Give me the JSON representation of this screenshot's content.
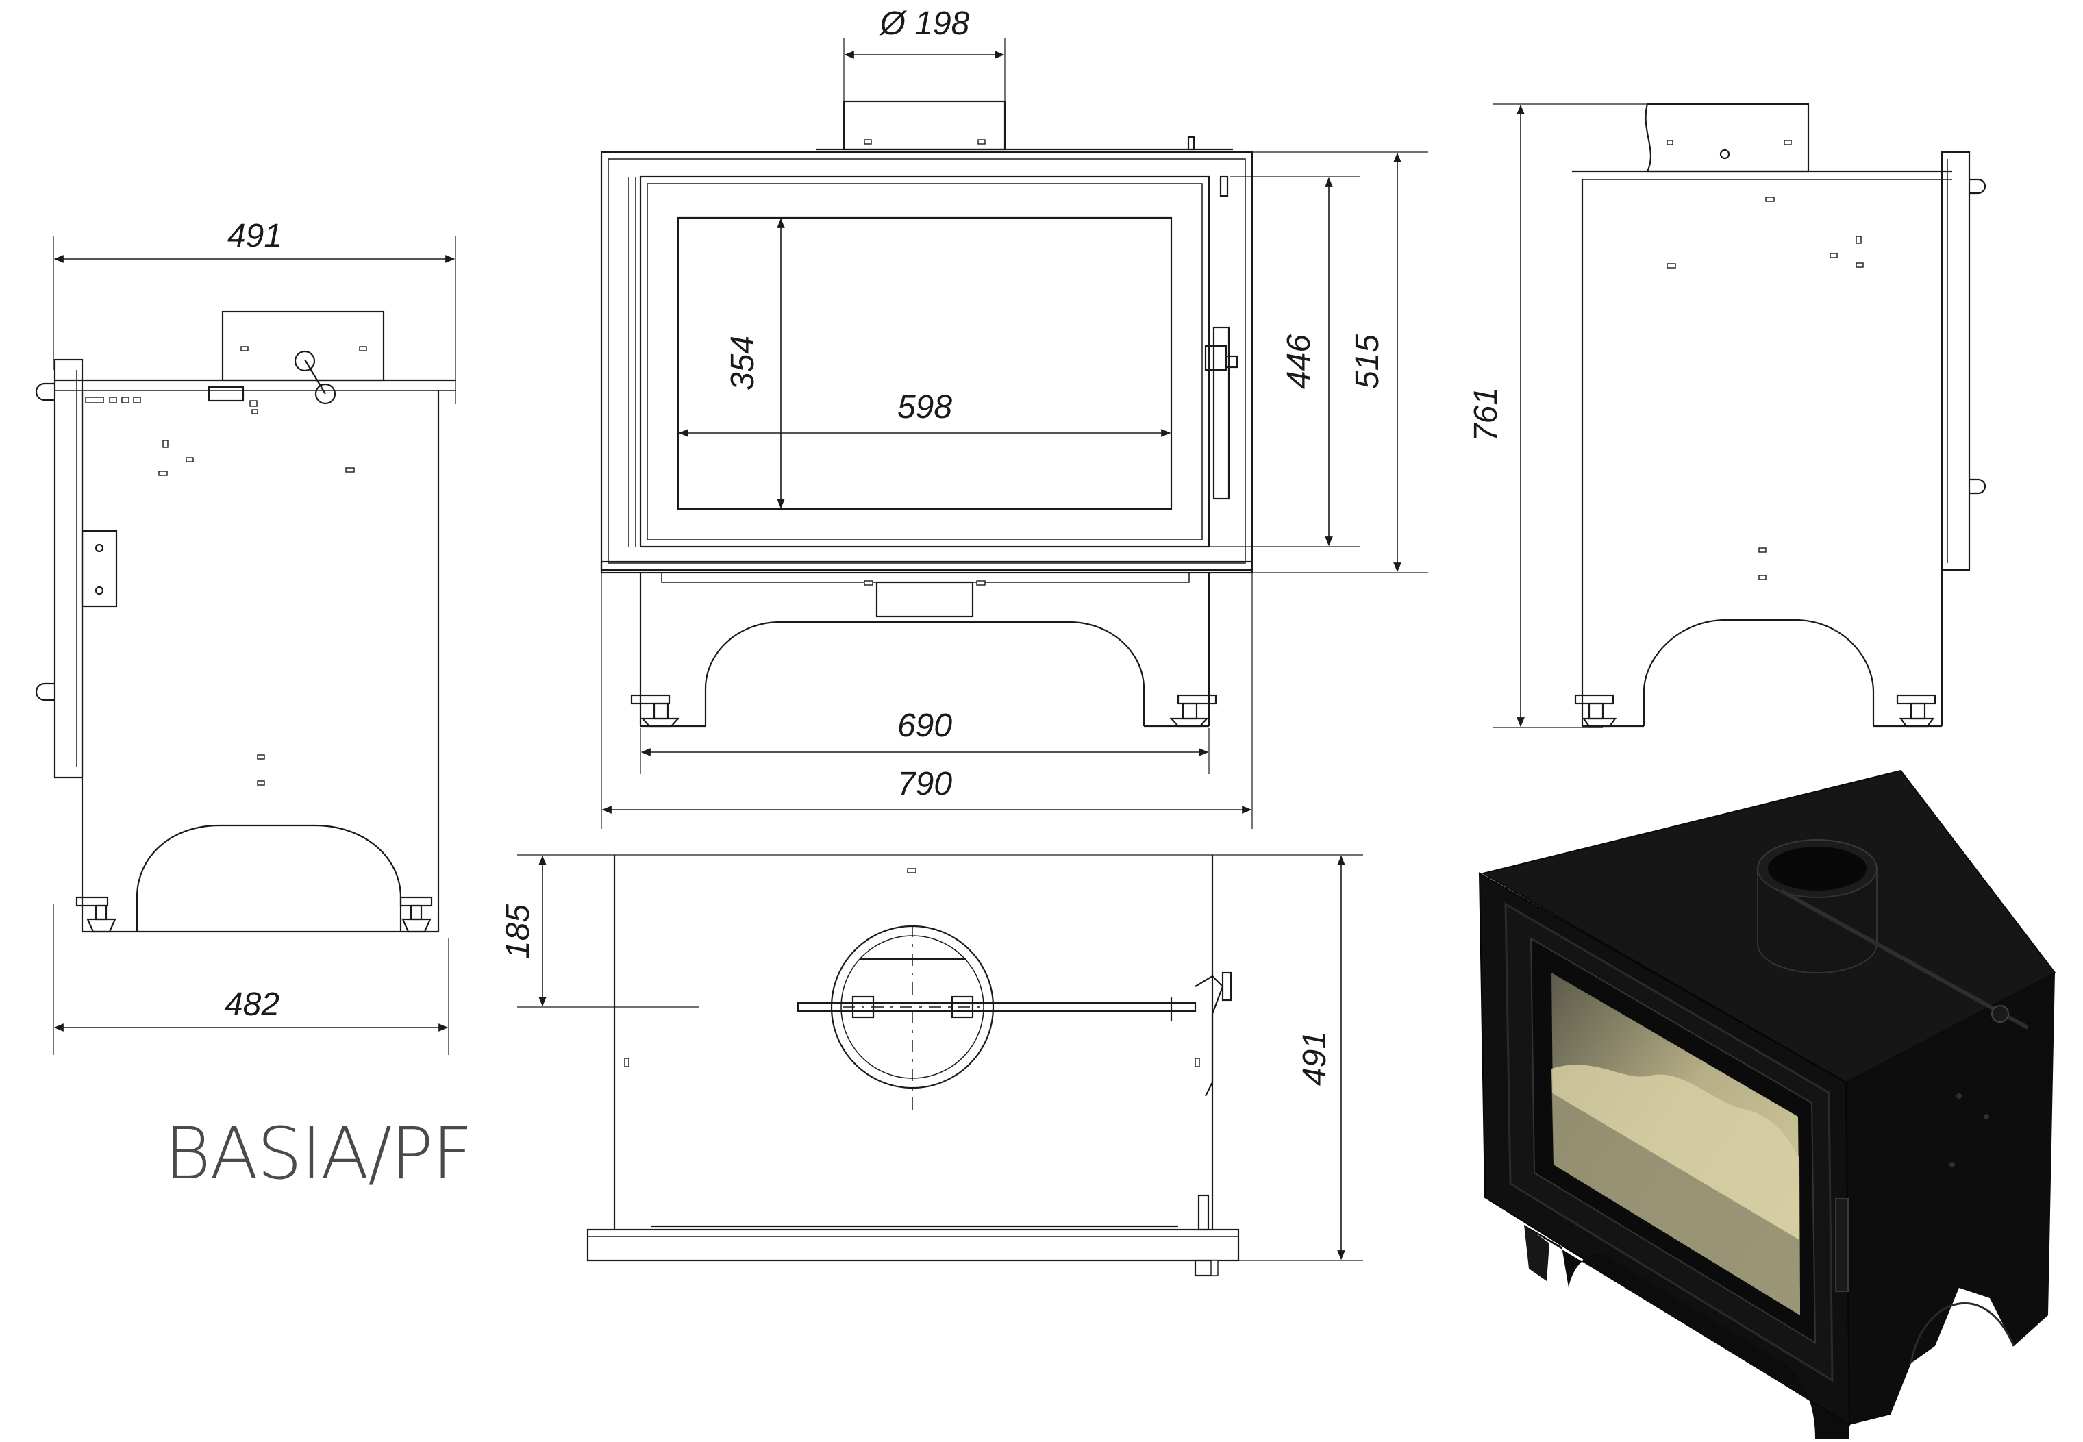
{
  "model": "BASIA/PF",
  "dimensions": {
    "side_top_width": "491",
    "side_bottom_width": "482",
    "flue_diameter": "Ø 198",
    "glass_height": "354",
    "glass_width": "598",
    "door_height": "446",
    "front_height": "515",
    "leg_spacing": "690",
    "total_width": "790",
    "total_height": "761",
    "flue_offset": "185",
    "top_depth": "491"
  },
  "colors": {
    "line": "#1a1a1a",
    "title": "#4a4a4a",
    "body": "#0e0e0e",
    "glass": "#c9c29a"
  }
}
